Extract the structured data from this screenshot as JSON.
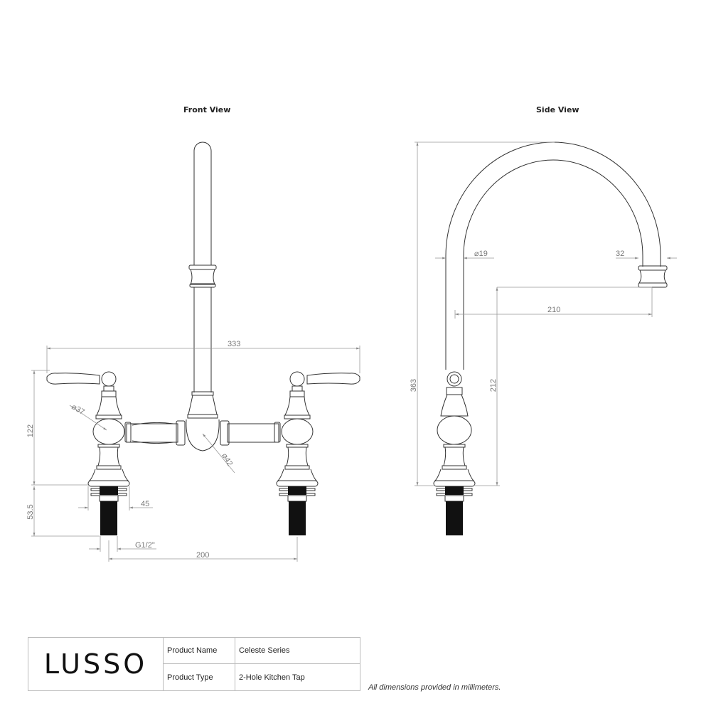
{
  "views": {
    "front": {
      "title": "Front View"
    },
    "side": {
      "title": "Side View"
    }
  },
  "dimensions": {
    "front": {
      "overall_width": "333",
      "valve_height": "122",
      "tail_length": "53.5",
      "base_diameter": "45",
      "thread": "G1/2\"",
      "centres": "200",
      "valve_body_diameter": "⌀37",
      "hub_diameter": "⌀42"
    },
    "side": {
      "overall_height": "363",
      "spout_clearance": "212",
      "spout_reach": "210",
      "spout_tube_diameter": "⌀19",
      "outlet_diameter": "32"
    }
  },
  "title_block": {
    "brand": "LUSSO",
    "rows": [
      {
        "label": "Product Name",
        "value": "Celeste Series"
      },
      {
        "label": "Product Type",
        "value": "2-Hole Kitchen Tap"
      }
    ]
  },
  "note": "All dimensions provided in millimeters."
}
